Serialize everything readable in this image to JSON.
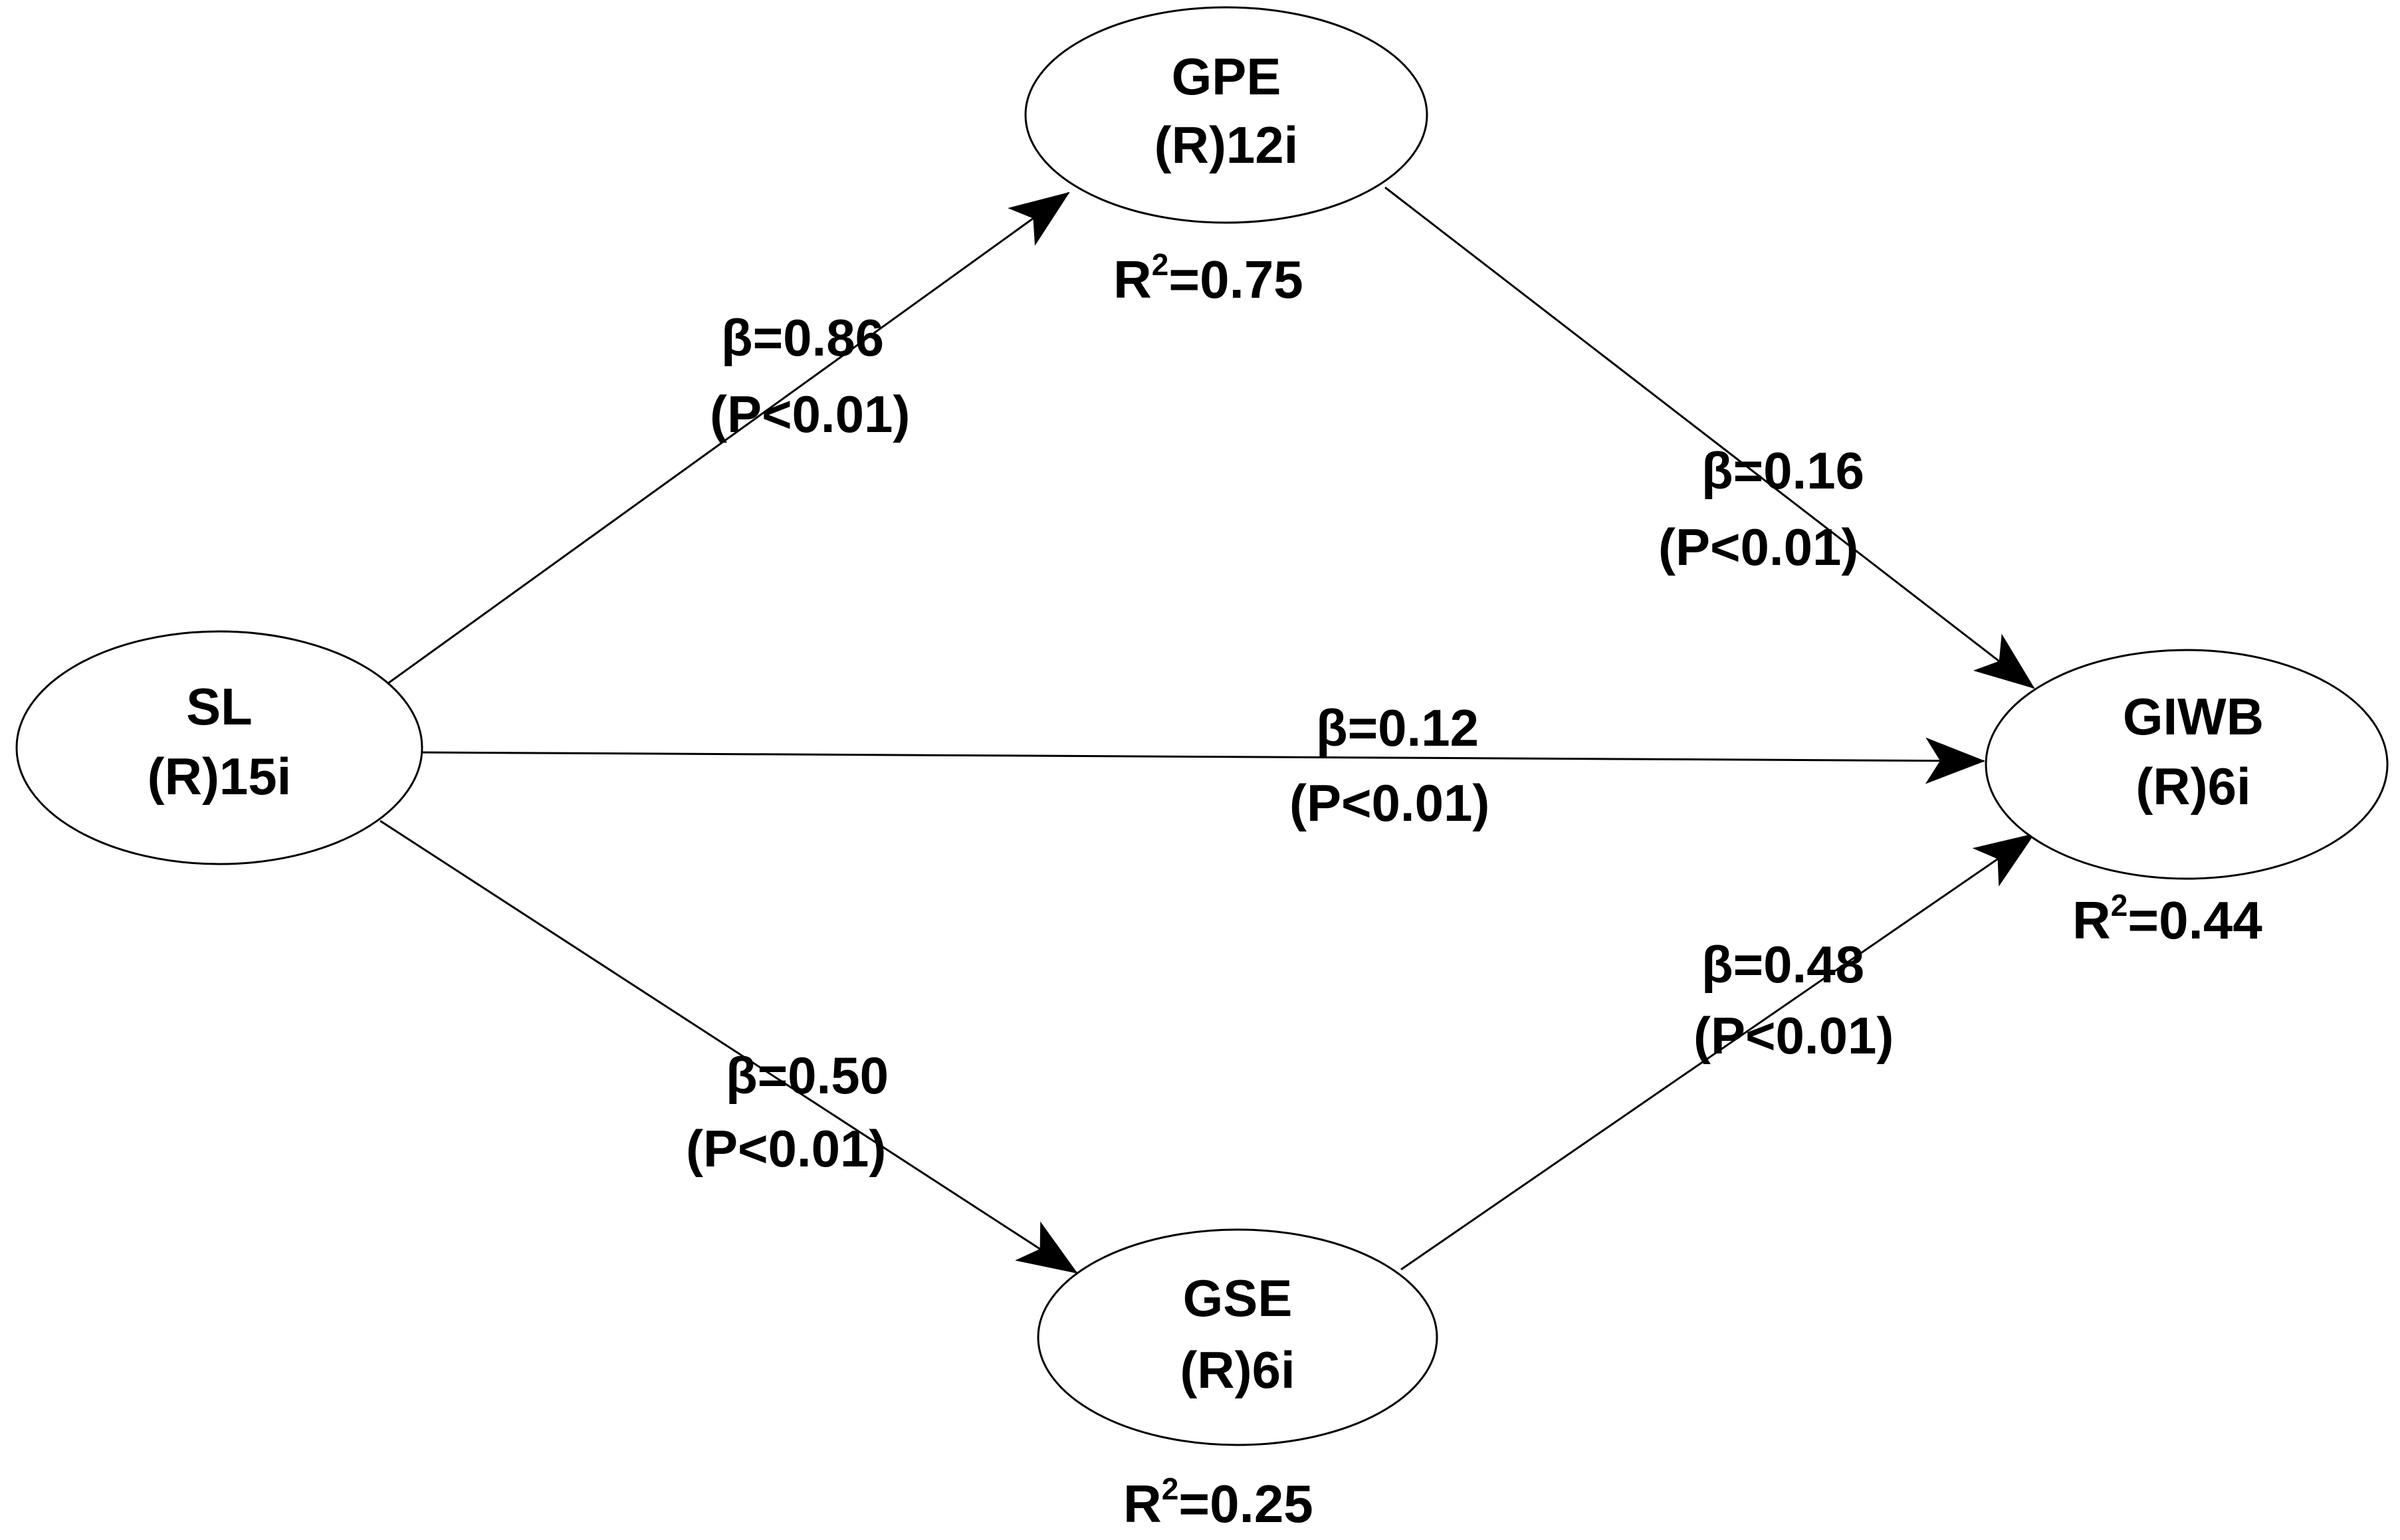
{
  "nodes": {
    "sl": {
      "name": "SL",
      "items": "(R)15i"
    },
    "gpe": {
      "name": "GPE",
      "items": "(R)12i",
      "r2_sup": "2",
      "r2_value": "=0.75"
    },
    "gse": {
      "name": "GSE",
      "items": "(R)6i",
      "r2_sup": "2",
      "r2_value": "=0.25"
    },
    "giwb": {
      "name": "GIWB",
      "items": "(R)6i",
      "r2_sup": "2",
      "r2_value": "=0.44"
    }
  },
  "r2_prefix": "R",
  "paths": {
    "sl_gpe": {
      "beta": "β=0.86",
      "p": "(P<0.01)"
    },
    "gpe_giwb": {
      "beta": "β=0.16",
      "p": "(P<0.01)"
    },
    "sl_giwb": {
      "beta": "β=0.12",
      "p": "(P<0.01)"
    },
    "gse_giwb": {
      "beta": "β=0.48",
      "p": "(P<0.01)"
    },
    "sl_gse": {
      "beta": "β=0.50",
      "p": "(P<0.01)"
    }
  },
  "colors": {
    "stroke": "#000000",
    "background": "#ffffff"
  }
}
